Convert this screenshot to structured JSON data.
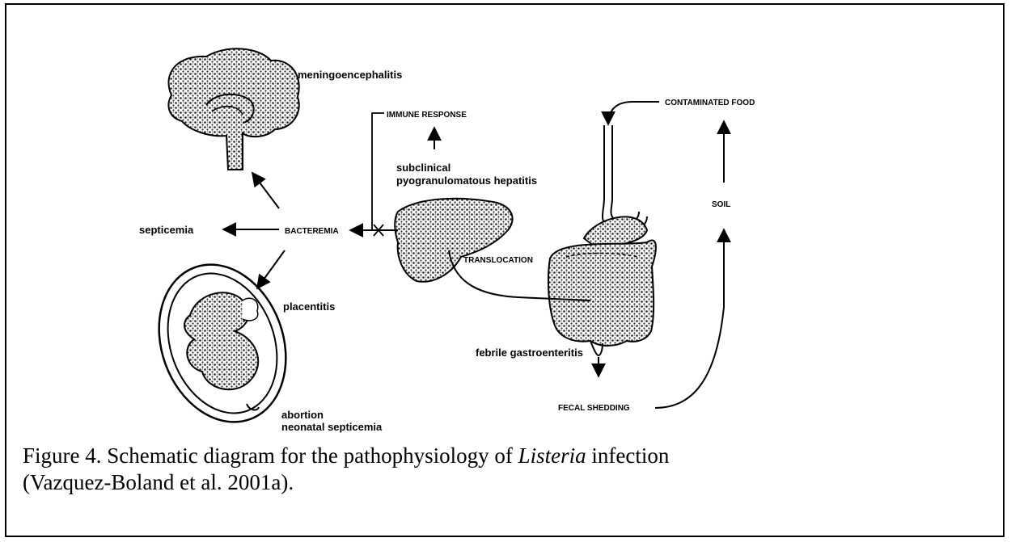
{
  "labels": {
    "meningoencephalitis": "meningoencephalitis",
    "immune_response": "IMMUNE RESPONSE",
    "contaminated_food": "CONTAMINATED FOOD",
    "subclinical_line1": "subclinical",
    "subclinical_line2": "pyogranulomatous hepatitis",
    "soil": "SOIL",
    "septicemia": "septicemia",
    "bacteremia": "BACTEREMIA",
    "translocation": "TRANSLOCATION",
    "placentitis": "placentitis",
    "febrile_gastroenteritis": "febrile gastroenteritis",
    "fecal_shedding": "FECAL SHEDDING",
    "abortion_line1": "abortion",
    "abortion_line2": "neonatal septicemia"
  },
  "caption": {
    "prefix": "Figure 4. Schematic diagram for the pathophysiology of ",
    "italic": "Listeria",
    "suffix": " infection",
    "line2": "(Vazquez-Boland et al. 2001a)."
  }
}
